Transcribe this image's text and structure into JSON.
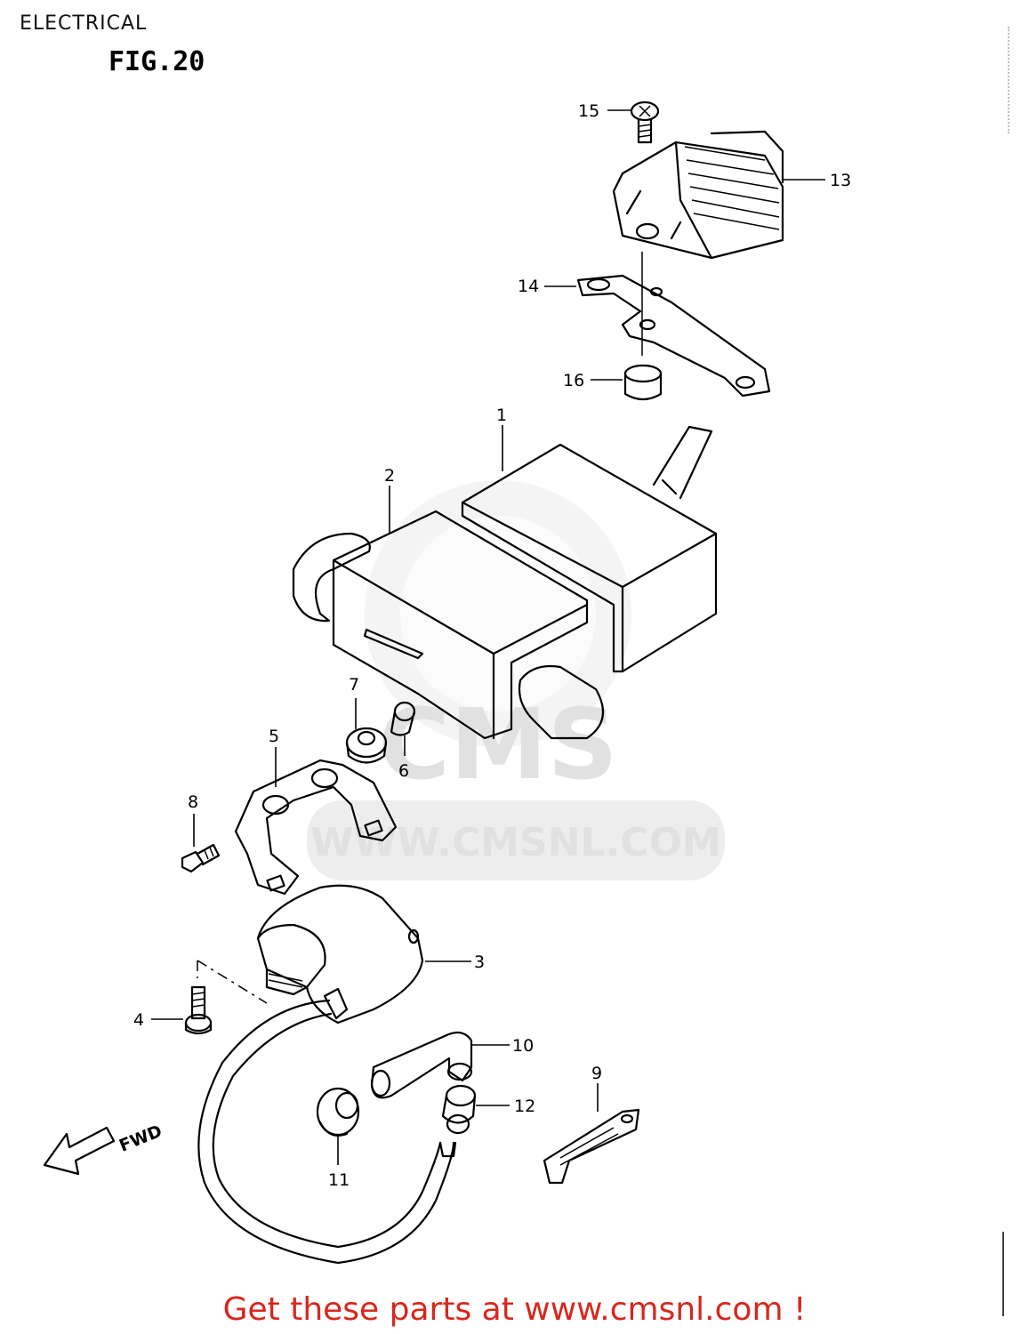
{
  "header": {
    "title": "ELECTRICAL",
    "figure": "FIG.20"
  },
  "watermark": {
    "brand": "CMS",
    "url": "WWW.CMSNL.COM"
  },
  "direction_label": "FWD",
  "callouts": [
    "1",
    "2",
    "3",
    "4",
    "5",
    "6",
    "7",
    "8",
    "9",
    "10",
    "11",
    "12",
    "13",
    "14",
    "15",
    "16"
  ],
  "footer": {
    "text": "Get these parts at www.cmsnl.com !"
  },
  "colors": {
    "footer_text": "#d9261c",
    "line": "#000000",
    "watermark": "#e1e1e1"
  }
}
